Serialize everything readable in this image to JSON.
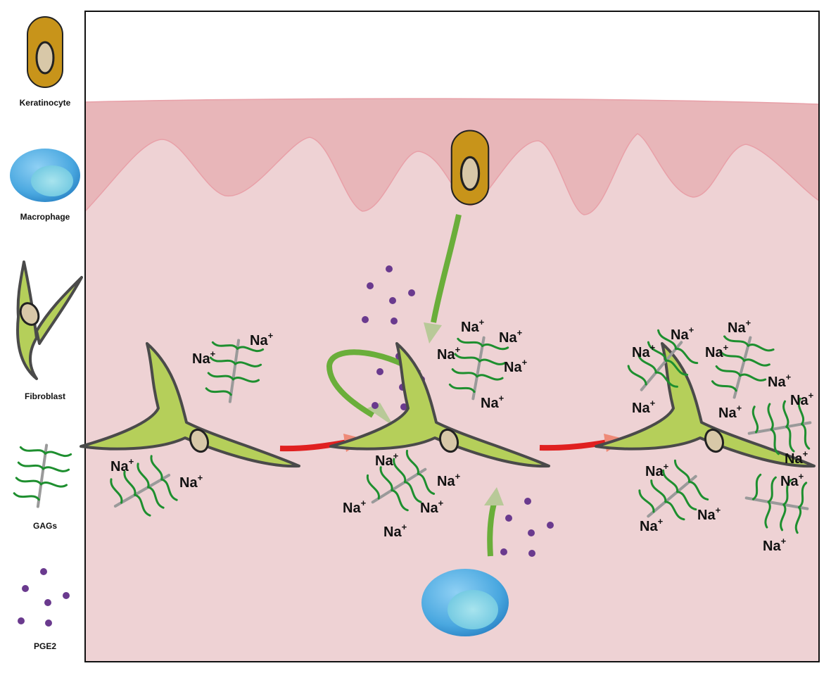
{
  "legend": {
    "keratinocyte": "Keratinocyte",
    "macrophage": "Macrophage",
    "fibroblast": "Fibroblast",
    "gags": "GAGs",
    "pge2": "PGE2"
  },
  "ion": {
    "symbol": "Na",
    "charge": "+"
  },
  "colors": {
    "skin_epidermis": "#e8b6b9",
    "skin_dermis": "#eed2d4",
    "keratinocyte": "#c8941a",
    "macrophage": "#4aa8e0",
    "fibroblast": "#b5cf5a",
    "gag_chain": "#1e8f2f",
    "gag_backbone": "#9a9a9a",
    "pge2": "#6a3a8e",
    "signal_arrow": "#6aae3a",
    "transition_arrow": "#e02020"
  }
}
